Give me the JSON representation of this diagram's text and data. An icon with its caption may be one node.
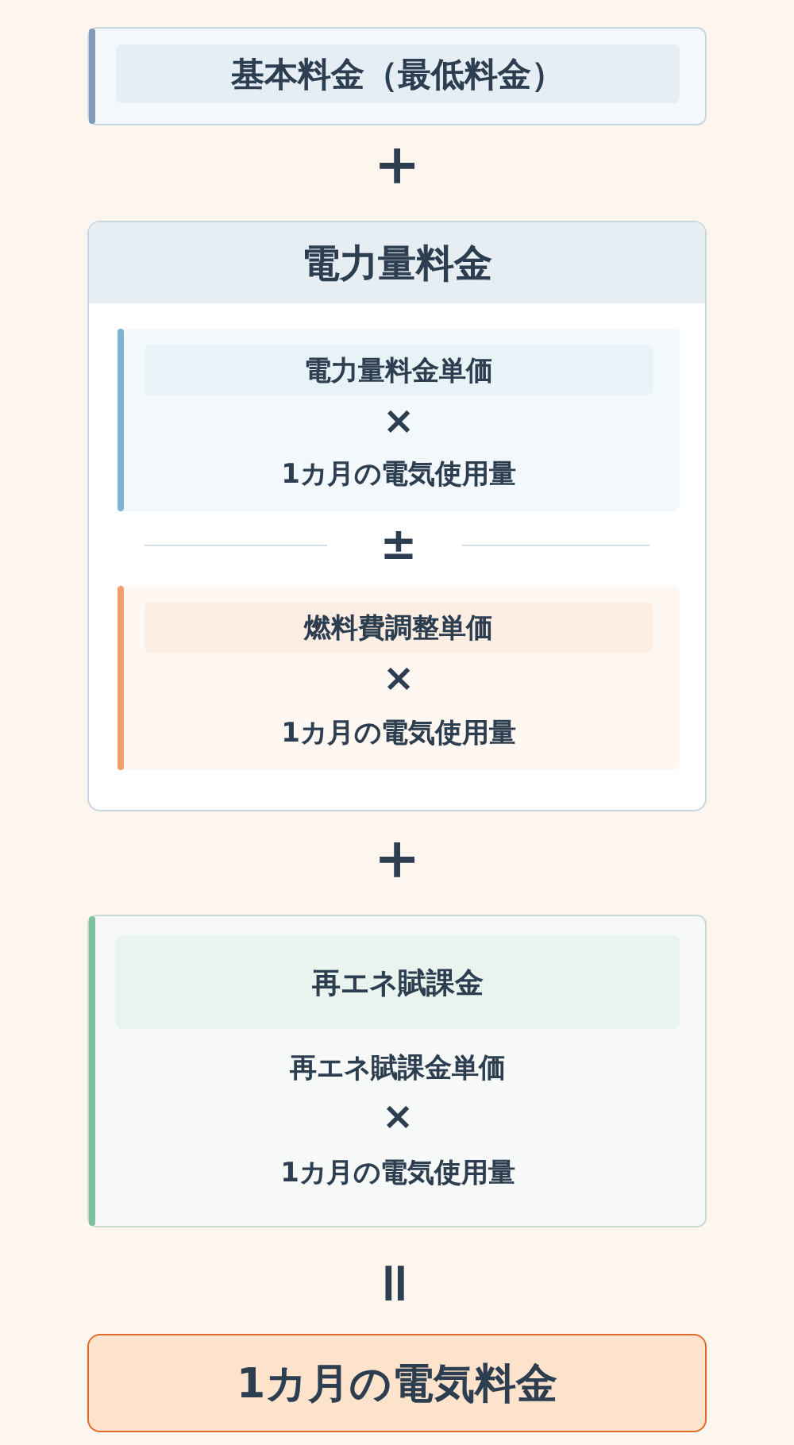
{
  "diagram": {
    "nodes": [
      {
        "text": [
          "基本料金（最低料金）"
        ]
      },
      {
        "text": [
          "電力量料金"
        ]
      },
      {
        "text": [
          "電力量料金単価",
          "×",
          "1カ月の電気使用量"
        ],
        "in": 1
      },
      {
        "text": [
          "燃料費調整単価",
          "×",
          "1カ月の電気使用量"
        ],
        "in": 1
      },
      {
        "text": [
          "再エネ賦課金",
          "再エネ賦課金単価",
          "×",
          "1カ月の電気使用量"
        ]
      },
      {
        "text": [
          "1カ月の電気料金"
        ]
      }
    ],
    "labels": [
      "＋",
      "±",
      "＋",
      "＝"
    ]
  }
}
